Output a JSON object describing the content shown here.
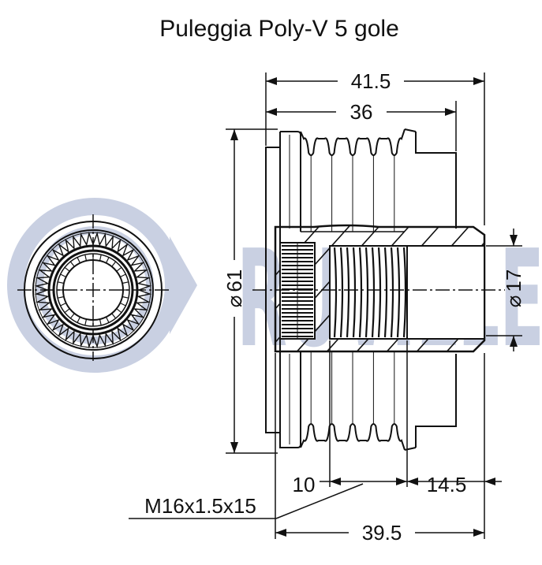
{
  "title": "Puleggia Poly-V 5 gole",
  "watermark": {
    "brand": "RUVILLE",
    "color": "#c9d0e2"
  },
  "dimensions": {
    "overall_length": "41.5",
    "pulley_width": "36",
    "outer_diameter": "61",
    "bore_diameter": "17",
    "thread_length": "10",
    "shaft_offset": "14.5",
    "total_depth": "39.5",
    "thread_spec": "M16x1.5x15"
  },
  "diameter_symbol": "⌀",
  "colors": {
    "line": "#111111",
    "background": "#ffffff"
  }
}
